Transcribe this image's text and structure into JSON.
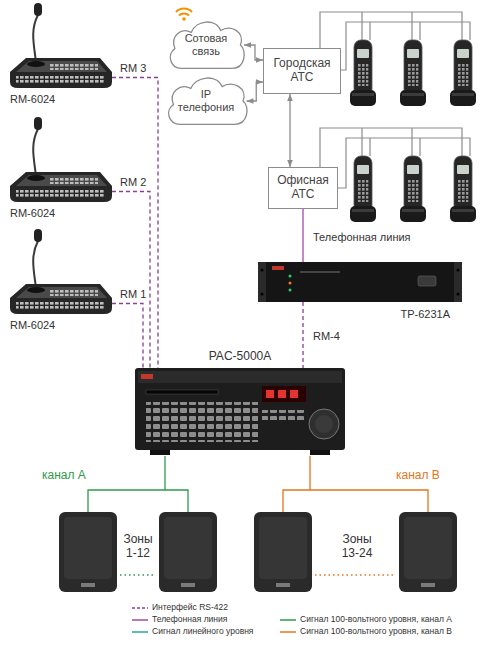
{
  "diagram": {
    "nodes": [
      {
        "text": [
          "RM-6024"
        ]
      },
      {
        "text": [
          "Сотовая связь"
        ]
      },
      {
        "text": [
          "Городская АТС"
        ]
      },
      {
        "text": [
          "IP телефония"
        ]
      },
      {
        "text": [
          "RM-6024"
        ]
      },
      {
        "text": [
          "Офисная АТС"
        ]
      },
      {
        "text": [
          "TP-6231A"
        ]
      },
      {
        "text": [
          "RM-6024"
        ]
      },
      {
        "text": [
          "PAC-5000A"
        ]
      }
    ],
    "edges": [
      {
        "from": 0,
        "to": 8,
        "label": "RM 3",
        "arrow": "none"
      },
      {
        "from": 4,
        "to": 8,
        "label": "RM 2",
        "arrow": "none"
      },
      {
        "from": 7,
        "to": 8,
        "label": "RM 1",
        "arrow": "none"
      },
      {
        "from": 1,
        "to": 2,
        "arrow": "both"
      },
      {
        "from": 3,
        "to": 2,
        "arrow": "both"
      },
      {
        "from": 2,
        "to": 5,
        "arrow": "both"
      },
      {
        "from": 5,
        "to": 6,
        "label": "Телефонная линия",
        "arrow": "none"
      },
      {
        "from": 6,
        "to": 8,
        "label": "RM-4",
        "arrow": "none"
      }
    ],
    "labels": [
      "канал A",
      "канал B",
      "Зоны 1-12",
      "Зоны 13-24"
    ],
    "legend": [
      {
        "text": "Интерфейс RS-422"
      },
      {
        "text": "Телефонная линия"
      },
      {
        "text": "Сигнал линейного уровня"
      },
      {
        "text": "Сигнал 100-вольтного уровня, канал A"
      },
      {
        "text": "Сигнал 100-вольтного уровня, канал B"
      }
    ]
  }
}
